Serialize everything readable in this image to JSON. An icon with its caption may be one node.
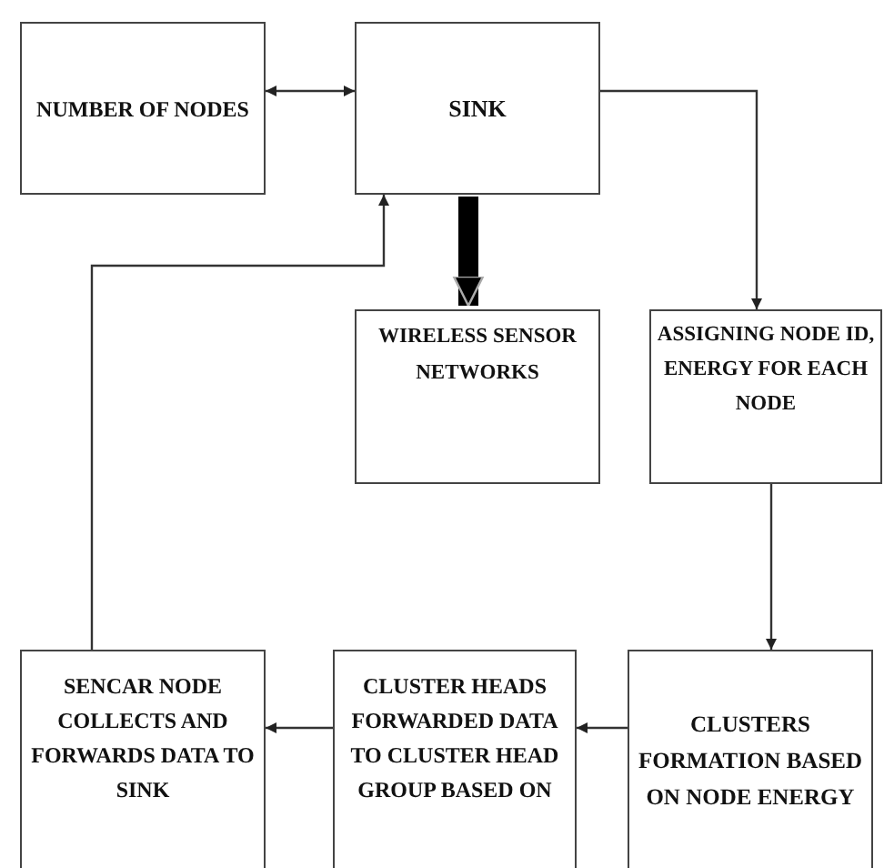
{
  "diagram": {
    "nodes": [
      {
        "text": [
          "NUMBER OF NODES"
        ]
      },
      {
        "text": [
          "SINK"
        ]
      },
      {
        "text": [
          "WIRELESS SENSOR NETWORKS"
        ]
      },
      {
        "text": [
          "ASSIGNING NODE ID, ENERGY FOR EACH NODE"
        ]
      },
      {
        "text": [
          "CLUSTERS FORMATION BASED ON NODE ENERGY"
        ]
      },
      {
        "text": [
          "CLUSTER HEADS FORWARDED DATA TO CLUSTER HEAD GROUP BASED ON"
        ]
      },
      {
        "text": [
          "SENCAR NODE COLLECTS AND FORWARDS DATA TO SINK"
        ]
      }
    ],
    "edges": [
      {
        "from": 0,
        "to": 1,
        "arrow": "both"
      },
      {
        "from": 1,
        "to": 2,
        "arrow": "to",
        "style": "thick"
      },
      {
        "from": 1,
        "to": 3,
        "arrow": "to"
      },
      {
        "from": 3,
        "to": 4,
        "arrow": "to"
      },
      {
        "from": 4,
        "to": 5,
        "arrow": "to"
      },
      {
        "from": 5,
        "to": 6,
        "arrow": "to"
      },
      {
        "from": 6,
        "to": 1,
        "arrow": "to"
      }
    ]
  }
}
